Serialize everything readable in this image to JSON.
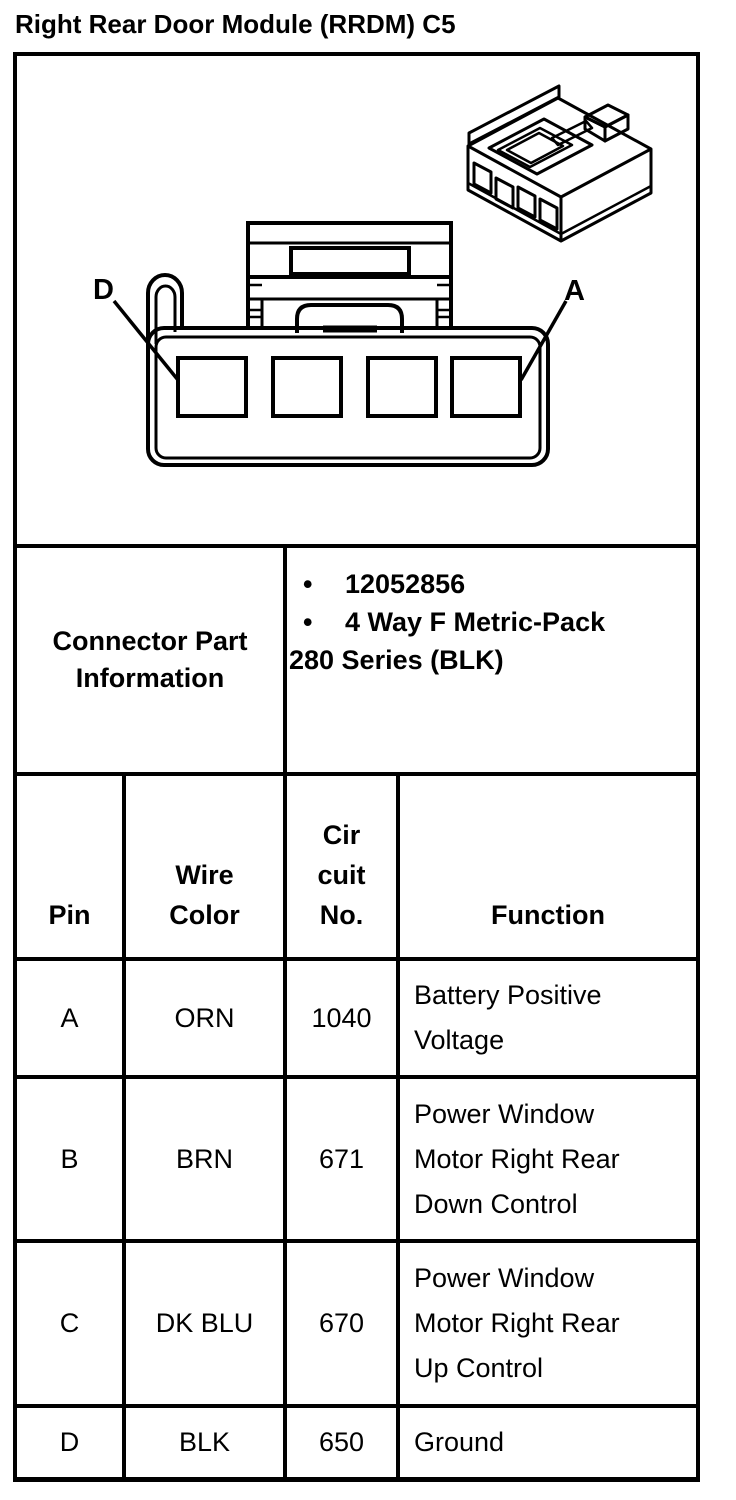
{
  "title": "Right Rear Door Module (RRDM) C5",
  "colors": {
    "ink": "#000000",
    "paper": "#ffffff"
  },
  "diagram": {
    "pin_label_left": "D",
    "pin_label_right": "A"
  },
  "connector_info": {
    "label_lines": [
      "Connector Part",
      "Information"
    ],
    "bullet_char": "•",
    "bullets": [
      {
        "lines": [
          "12052856"
        ]
      },
      {
        "lines": [
          "4 Way F Metric-Pack",
          "280 Series (BLK)"
        ]
      }
    ]
  },
  "pin_table": {
    "headers": {
      "pin": [
        "Pin"
      ],
      "wire_color": [
        "Wire",
        "Color"
      ],
      "circuit_no": [
        "Cir",
        "cuit",
        "No."
      ],
      "function": [
        "Function"
      ]
    },
    "rows": [
      {
        "pin": "A",
        "wire_color": "ORN",
        "circuit_no": "1040",
        "function": "Battery Positive Voltage"
      },
      {
        "pin": "B",
        "wire_color": "BRN",
        "circuit_no": "671",
        "function": "Power Window Motor Right Rear Down Control"
      },
      {
        "pin": "C",
        "wire_color": "DK BLU",
        "circuit_no": "670",
        "function": "Power Window Motor Right Rear Up Control"
      },
      {
        "pin": "D",
        "wire_color": "BLK",
        "circuit_no": "650",
        "function": "Ground"
      }
    ]
  }
}
